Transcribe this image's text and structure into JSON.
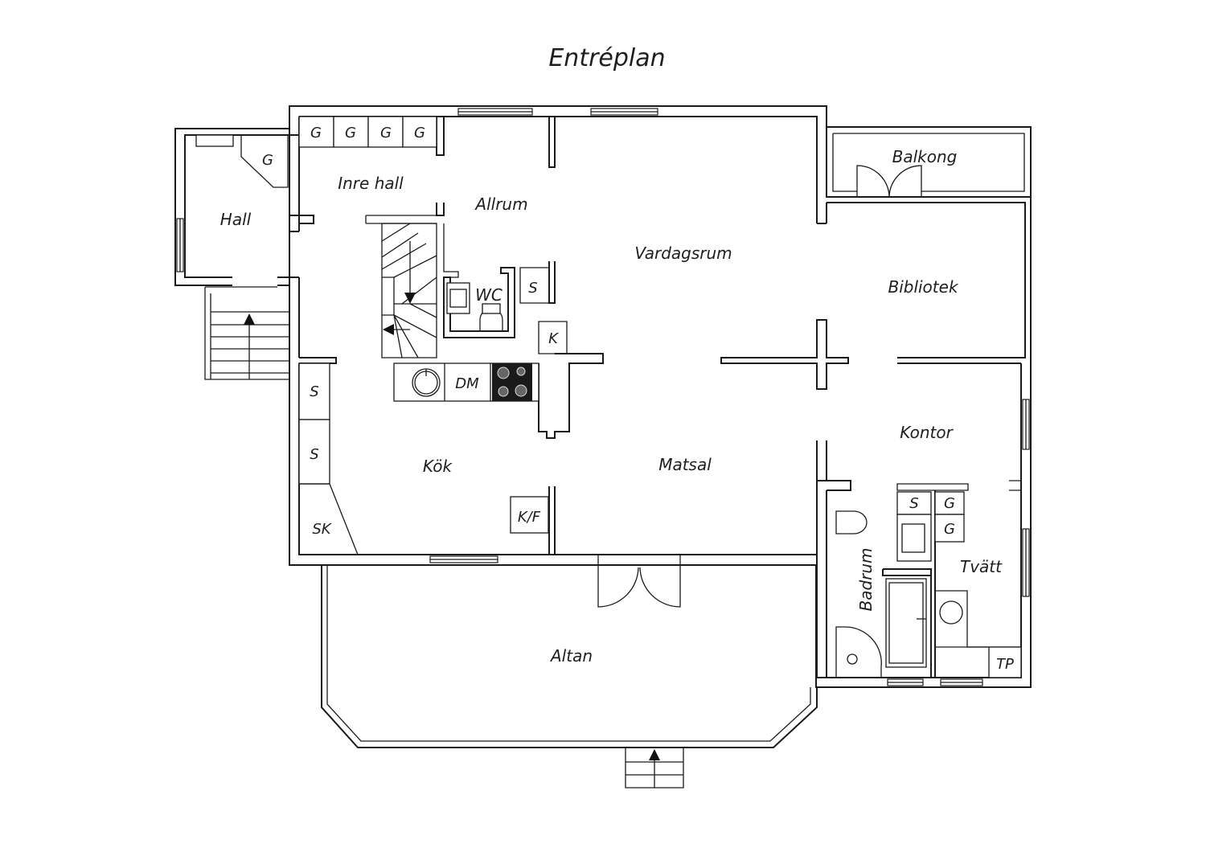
{
  "title": "Entréplan",
  "rooms": {
    "hall": "Hall",
    "inre_hall": "Inre hall",
    "allrum": "Allrum",
    "vardagsrum": "Vardagsrum",
    "balkong": "Balkong",
    "bibliotek": "Bibliotek",
    "wc": "WC",
    "kontor": "Kontor",
    "kok": "Kök",
    "matsal": "Matsal",
    "tvatt": "Tvätt",
    "badrum": "Badrum",
    "altan": "Altan"
  },
  "fixtures": {
    "g": "G",
    "s": "S",
    "k": "K",
    "dm": "DM",
    "kf": "K/F",
    "sk": "SK",
    "tp": "TP"
  }
}
